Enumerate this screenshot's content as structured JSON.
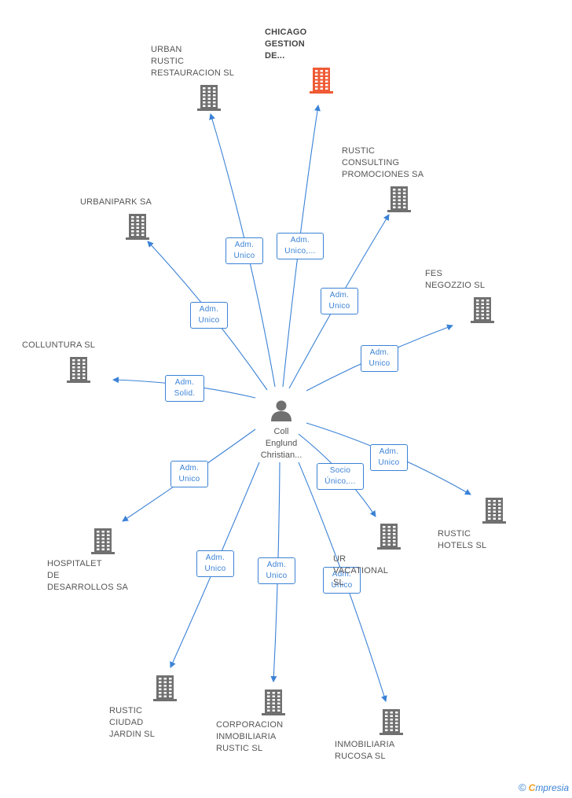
{
  "person": {
    "label": "Coll\nEnglund\nChristian..."
  },
  "companies": [
    {
      "id": "chicago",
      "label": "CHICAGO\nGESTION\nDE...",
      "focal": true
    },
    {
      "id": "urban",
      "label": "URBAN\nRUSTIC\nRESTAURACION SL",
      "focal": false
    },
    {
      "id": "rustic-consulting",
      "label": "RUSTIC\nCONSULTING\nPROMOCIONES SA",
      "focal": false
    },
    {
      "id": "urbanipark",
      "label": "URBANIPARK SA",
      "focal": false
    },
    {
      "id": "fes",
      "label": "FES\nNEGOZZIO SL",
      "focal": false
    },
    {
      "id": "colluntura",
      "label": "COLLUNTURA SL",
      "focal": false
    },
    {
      "id": "hospitalet",
      "label": "HOSPITALET\nDE\nDESARROLLOS SA",
      "focal": false
    },
    {
      "id": "ur-vacational",
      "label": "UR\nVACATIONAL\nSL",
      "focal": false
    },
    {
      "id": "rustic-hotels",
      "label": "RUSTIC\nHOTELS SL",
      "focal": false
    },
    {
      "id": "rustic-ciudad",
      "label": "RUSTIC\nCIUDAD\nJARDIN SL",
      "focal": false
    },
    {
      "id": "corporacion",
      "label": "CORPORACION\nINMOBILIARIA\nRUSTIC SL",
      "focal": false
    },
    {
      "id": "rucosa",
      "label": "INMOBILIARIA\nRUCOSA SL",
      "focal": false
    }
  ],
  "relations": [
    {
      "to": "urban",
      "label": "Adm.\nUnico"
    },
    {
      "to": "chicago",
      "label": "Adm.\nUnico,..."
    },
    {
      "to": "urbanipark",
      "label": "Adm.\nUnico"
    },
    {
      "to": "rustic-consulting",
      "label": "Adm.\nUnico"
    },
    {
      "to": "fes",
      "label": "Adm.\nUnico"
    },
    {
      "to": "colluntura",
      "label": "Adm.\nSolid."
    },
    {
      "to": "rustic-hotels",
      "label": "Adm.\nUnico"
    },
    {
      "to": "ur-vacational",
      "label": "Socio\nÚnico,..."
    },
    {
      "to": "hospitalet",
      "label": "Adm.\nUnico"
    },
    {
      "to": "rustic-ciudad",
      "label": "Adm.\nUnico"
    },
    {
      "to": "corporacion",
      "label": "Adm.\nUnico"
    },
    {
      "to": "rucosa",
      "label": "Adm.\nUnico"
    }
  ],
  "colors": {
    "edge": "#3b82d6",
    "building": "#707070",
    "focal_building": "#ef5b35",
    "person": "#707070"
  },
  "footer": {
    "copyright": "©",
    "brand_initial": "C",
    "brand_rest": "mpresia"
  }
}
